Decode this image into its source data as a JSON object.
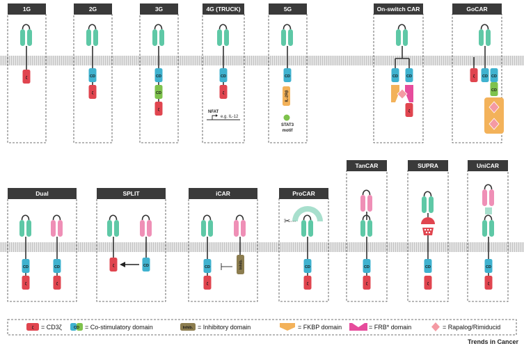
{
  "panels": {
    "p1g": "1G",
    "p2g": "2G",
    "p3g": "3G",
    "p4g": "4G (TRUCK)",
    "p5g": "5G",
    "onswitch": "On-switch CAR",
    "gocar": "GoCAR",
    "dual": "Dual",
    "split": "SPLIT",
    "icar": "iCAR",
    "procar": "ProCAR",
    "tancar": "TanCAR",
    "supra": "SUPRA",
    "unicar": "UniCAR"
  },
  "annotations": {
    "nfat": "NFAT",
    "il12": "e.g. IL-12",
    "il2rb": "IL-2Rβ",
    "stat3": "STAT3",
    "motif": "motif",
    "inhib_chip": "Inhib.",
    "cd_chip": "CD",
    "zeta_chip": "ζ"
  },
  "legend": {
    "cd3z": "= CD3ζ",
    "costim": "= Co-stimulatory domain",
    "inhib": "= Inhibitory domain",
    "fkbp": "= FKBP domain",
    "frb": "= FRB* domain",
    "rapalog": "= Rapalog/Rimiducid",
    "swatch_cd": "CD",
    "swatch_inhib": "Inhib.",
    "swatch_zeta": "ζ"
  },
  "footer": "Trends in Cancer",
  "colors": {
    "header": "#3a3a3a",
    "cd3z": "#e0454f",
    "costim": "#3fb2cf",
    "costim2": "#7ec24c",
    "inhib": "#8c7d4f",
    "fkbp": "#f3b25a",
    "frb": "#e64c9c",
    "rapalog": "#f49aa3",
    "scfv": "#5ec8a6",
    "scfv_pink": "#ef8fb6",
    "membrane": "#dcdcdc"
  }
}
